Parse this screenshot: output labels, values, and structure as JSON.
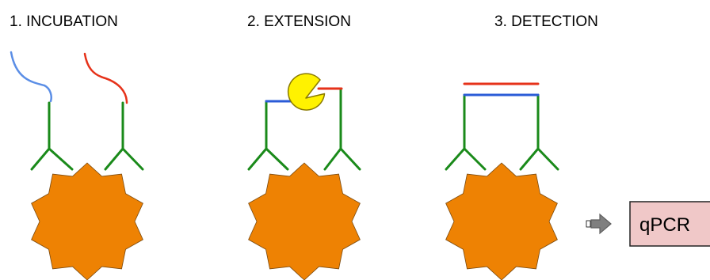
{
  "steps": [
    {
      "label": "1. INCUBATION"
    },
    {
      "label": "2. EXTENSION"
    },
    {
      "label": "3. DETECTION"
    }
  ],
  "output": {
    "label": "qPCR"
  },
  "colors": {
    "antigen": "#ee8203",
    "antigen_stroke": "#7a4a10",
    "antibody": "#1a8a1a",
    "oligo_blue": "#2a5bd7",
    "oligo_blue_light": "#5b8ee6",
    "oligo_red": "#e6321a",
    "polymerase": "#fff200",
    "polymerase_stroke": "#8a7a00",
    "arrow": "#7f7f7f",
    "qpcr_box": "#f0c8c8"
  },
  "icons": {
    "arrow": "block-arrow-right-icon",
    "polymerase": "pacman-polymerase-icon"
  }
}
